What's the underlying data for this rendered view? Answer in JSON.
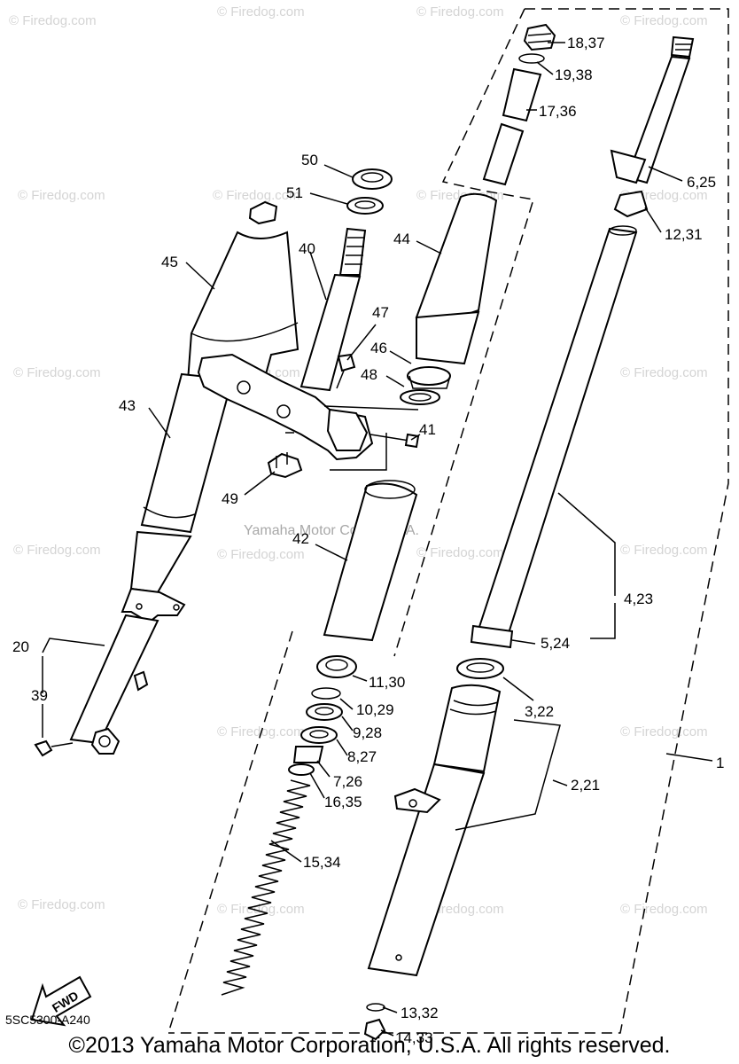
{
  "diagram": {
    "code": "5SC5300-A240",
    "copyright": "©2013 Yamaha Motor Corporation, U.S.A. All rights reserved.",
    "center_watermark": "Yamaha Motor Corp, U.S.A.",
    "site_watermark": "© Firedog.com",
    "fwd_label": "FWD",
    "parts": [
      {
        "id": "p-18-37",
        "label": "18,37"
      },
      {
        "id": "p-19-38",
        "label": "19,38"
      },
      {
        "id": "p-17-36",
        "label": "17,36"
      },
      {
        "id": "p-6-25",
        "label": "6,25"
      },
      {
        "id": "p-12-31",
        "label": "12,31"
      },
      {
        "id": "p-50",
        "label": "50"
      },
      {
        "id": "p-51",
        "label": "51"
      },
      {
        "id": "p-44",
        "label": "44"
      },
      {
        "id": "p-45",
        "label": "45"
      },
      {
        "id": "p-40",
        "label": "40"
      },
      {
        "id": "p-47",
        "label": "47"
      },
      {
        "id": "p-46",
        "label": "46"
      },
      {
        "id": "p-48",
        "label": "48"
      },
      {
        "id": "p-43",
        "label": "43"
      },
      {
        "id": "p-41",
        "label": "41"
      },
      {
        "id": "p-49",
        "label": "49"
      },
      {
        "id": "p-42",
        "label": "42"
      },
      {
        "id": "p-4-23",
        "label": "4,23"
      },
      {
        "id": "p-5-24",
        "label": "5,24"
      },
      {
        "id": "p-20",
        "label": "20"
      },
      {
        "id": "p-39",
        "label": "39"
      },
      {
        "id": "p-11-30",
        "label": "11,30"
      },
      {
        "id": "p-10-29",
        "label": "10,29"
      },
      {
        "id": "p-3-22",
        "label": "3,22"
      },
      {
        "id": "p-9-28",
        "label": "9,28"
      },
      {
        "id": "p-8-27",
        "label": "8,27"
      },
      {
        "id": "p-7-26",
        "label": "7,26"
      },
      {
        "id": "p-16-35",
        "label": "16,35"
      },
      {
        "id": "p-2-21",
        "label": "2,21"
      },
      {
        "id": "p-1",
        "label": "1"
      },
      {
        "id": "p-15-34",
        "label": "15,34"
      },
      {
        "id": "p-13-32",
        "label": "13,32"
      },
      {
        "id": "p-14-33",
        "label": "14,33"
      }
    ]
  }
}
